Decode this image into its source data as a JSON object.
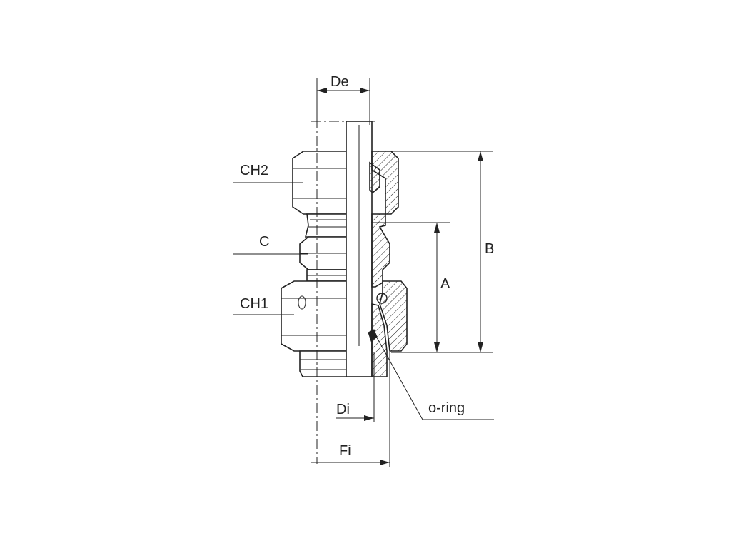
{
  "labels": {
    "de": "De",
    "ch2": "CH2",
    "c": "C",
    "ch1": "CH1",
    "a": "A",
    "b": "B",
    "di": "Di",
    "fi": "Fi",
    "oring": "o-ring"
  },
  "colors": {
    "line": "#222222",
    "background": "#ffffff"
  }
}
